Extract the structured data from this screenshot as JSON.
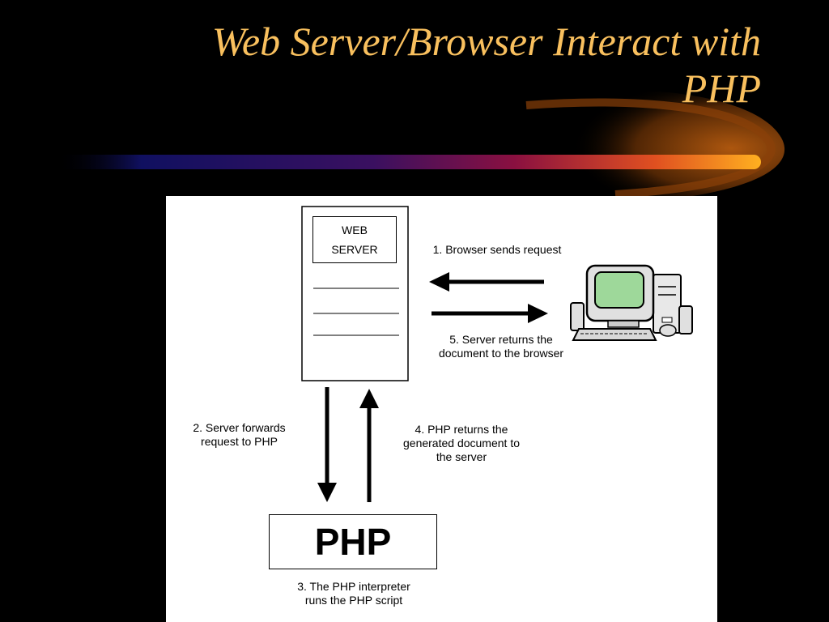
{
  "slide": {
    "title_line1": "Web Server/Browser Interact with",
    "title_line2": "PHP"
  },
  "diagram": {
    "web_server_line1": "WEB",
    "web_server_line2": "SERVER",
    "php_label": "PHP",
    "steps": {
      "step1": "1. Browser sends request",
      "step2": "2. Server forwards\nrequest to PHP",
      "step3": "3. The PHP interpreter\nruns the PHP script",
      "step4": "4. PHP returns the\ngenerated document to\nthe server",
      "step5": "5. Server returns the\ndocument to the browser"
    }
  },
  "colors": {
    "background": "#000000",
    "title": "#f9c05e",
    "accent_orange": "#f4a020"
  }
}
